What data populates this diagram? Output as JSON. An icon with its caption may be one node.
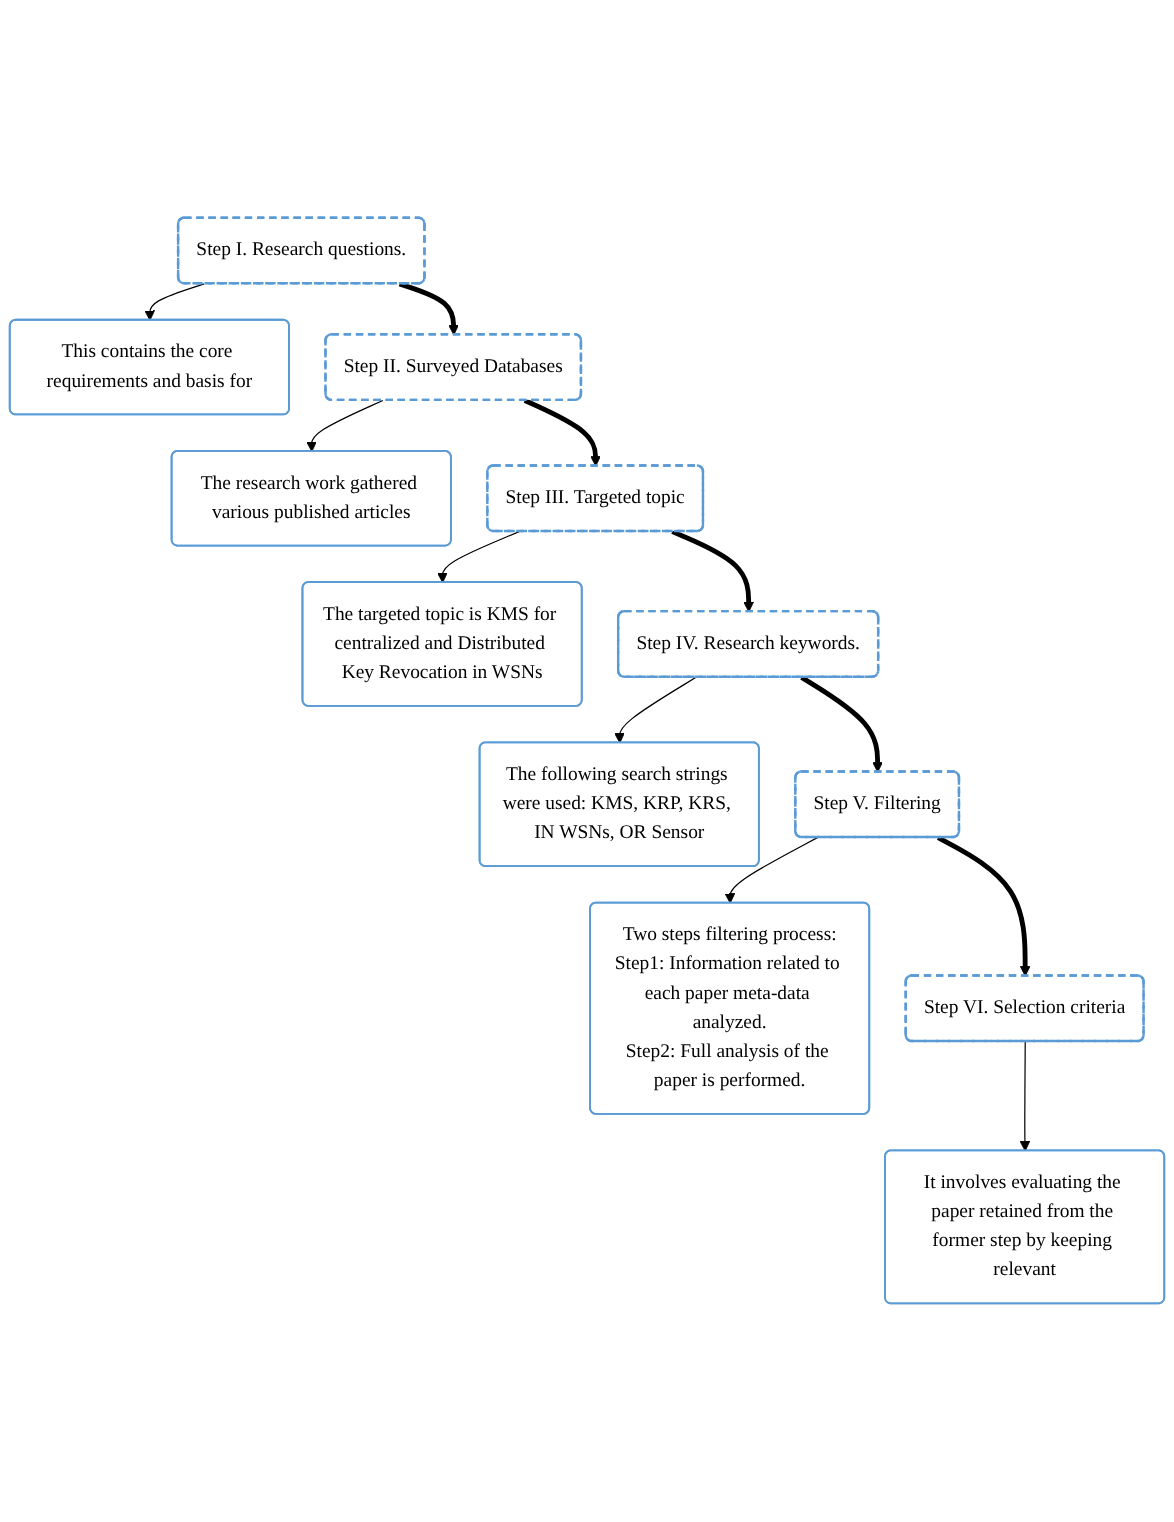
{
  "diagram": {
    "nodes": [
      {
        "text": [
          "Step I.   Research questions."
        ]
      },
      {
        "text": [
          "This contains the core requirements and basis for"
        ]
      },
      {
        "text": [
          "Step II.   Surveyed Databases"
        ]
      },
      {
        "text": [
          "The research work gathered various published articles"
        ]
      },
      {
        "text": [
          "Step III.   Targeted topic"
        ]
      },
      {
        "text": [
          "The targeted topic is KMS for centralized and Distributed Key Revocation in WSNs"
        ]
      },
      {
        "text": [
          "Step IV.   Research keywords."
        ]
      },
      {
        "text": [
          "The following search strings were used: KMS, KRP, KRS, IN WSNs, OR Sensor"
        ]
      },
      {
        "text": [
          "Step V.   Filtering"
        ]
      },
      {
        "text": [
          "Two steps filtering process:",
          "Step1: Information related to each paper meta-data analyzed.",
          "Step2: Full analysis of the paper is performed."
        ]
      },
      {
        "text": [
          "Step VI.   Selection criteria"
        ]
      },
      {
        "text": [
          "It involves evaluating the paper retained from the former step by keeping relevant"
        ]
      }
    ],
    "edges": [
      {
        "from": 0,
        "to": 1,
        "arrow": "to"
      },
      {
        "from": 0,
        "to": 2,
        "arrow": "to",
        "style": "thick"
      },
      {
        "from": 2,
        "to": 3,
        "arrow": "to"
      },
      {
        "from": 2,
        "to": 4,
        "arrow": "to",
        "style": "thick"
      },
      {
        "from": 4,
        "to": 5,
        "arrow": "to"
      },
      {
        "from": 4,
        "to": 6,
        "arrow": "to",
        "style": "thick"
      },
      {
        "from": 6,
        "to": 7,
        "arrow": "to"
      },
      {
        "from": 6,
        "to": 8,
        "arrow": "to",
        "style": "thick"
      },
      {
        "from": 8,
        "to": 9,
        "arrow": "to"
      },
      {
        "from": 8,
        "to": 10,
        "arrow": "to",
        "style": "thick"
      },
      {
        "from": 10,
        "to": 11,
        "arrow": "to"
      }
    ]
  }
}
